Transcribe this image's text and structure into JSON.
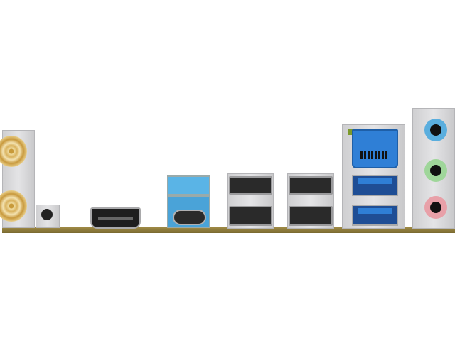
{
  "colors": {
    "background": "#ffffff",
    "board_strip": "#8c7a3c",
    "antenna_gold": "#d9b25e",
    "usb3_blue": "#2f7fd6",
    "typec_housing_blue": "#5ab4e6",
    "audio_line_in": "#5aaede",
    "audio_line_out": "#9fd69a",
    "audio_mic": "#e8a0a8"
  },
  "ports": [
    "wifi-antenna-1",
    "wifi-antenna-2",
    "bios-flashback-button",
    "hdmi",
    "usb-a-blue",
    "usb-c",
    "usb-a-stack-1",
    "usb-a-stack-2",
    "rj45-lan",
    "usb3-1",
    "usb3-2",
    "audio-line-in",
    "audio-line-out",
    "audio-mic"
  ]
}
